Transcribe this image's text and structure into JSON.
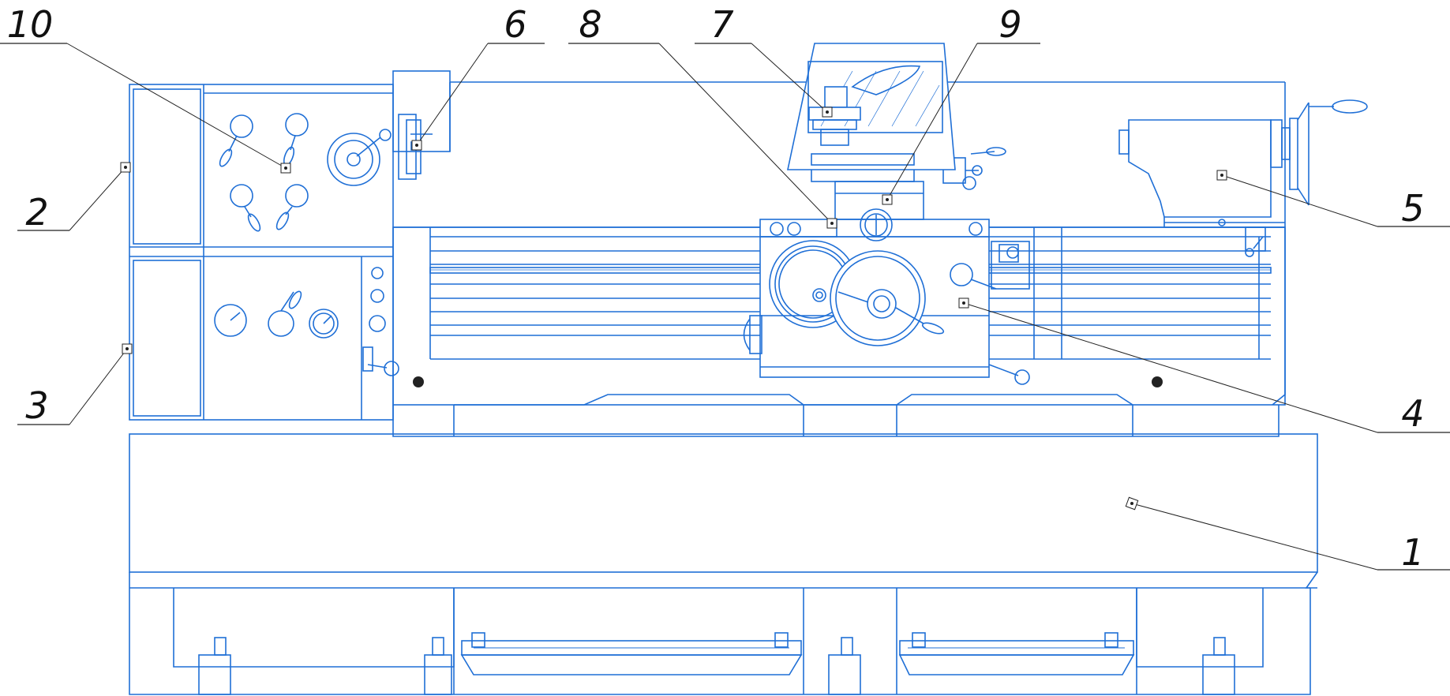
{
  "callouts": [
    {
      "id": "1",
      "label": "1"
    },
    {
      "id": "2",
      "label": "2"
    },
    {
      "id": "3",
      "label": "3"
    },
    {
      "id": "4",
      "label": "4"
    },
    {
      "id": "5",
      "label": "5"
    },
    {
      "id": "6",
      "label": "6"
    },
    {
      "id": "7",
      "label": "7"
    },
    {
      "id": "8",
      "label": "8"
    },
    {
      "id": "9",
      "label": "9"
    },
    {
      "id": "10",
      "label": "10"
    }
  ],
  "colors": {
    "line": "#1f6fd6",
    "leader": "#222222",
    "background": "#ffffff"
  }
}
